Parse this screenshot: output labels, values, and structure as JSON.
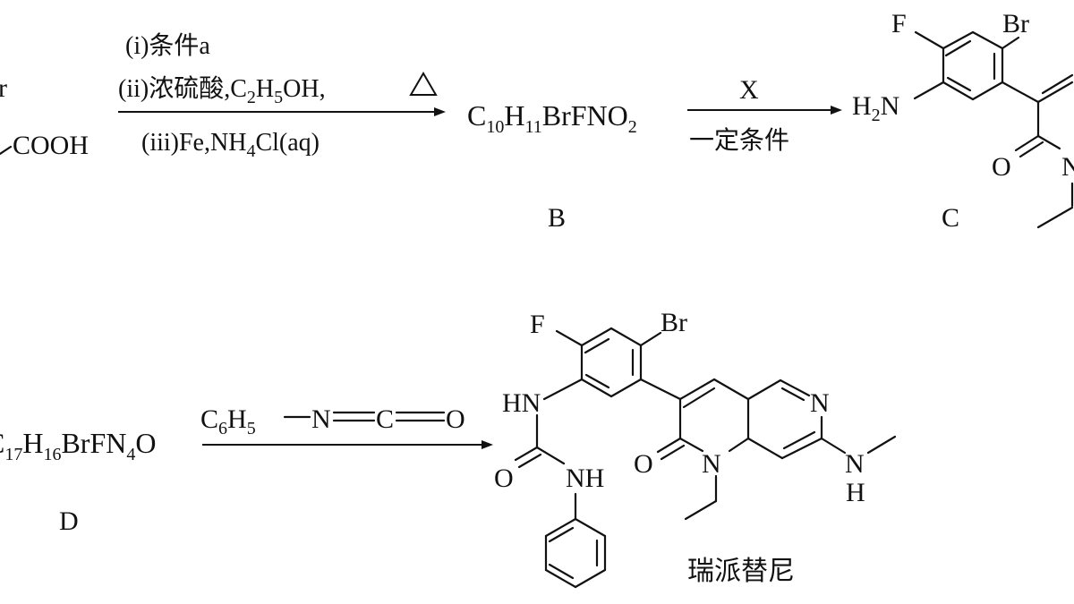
{
  "row1": {
    "sm_fragment_r": "r",
    "sm_fragment_cooh": "COOH",
    "step1_cond_i": "(i)条件a",
    "step1_cond_ii_prefix": "(ii)浓硫酸,C",
    "step1_cond_ii_sub1": "2",
    "step1_cond_ii_mid": "H",
    "step1_cond_ii_sub2": "5",
    "step1_cond_ii_suffix": "OH,",
    "step1_cond_iii_prefix": "(iii)Fe,NH",
    "step1_cond_iii_sub": "4",
    "step1_cond_iii_suffix": "Cl(aq)",
    "B_formula": {
      "c": "C",
      "c_n": "10",
      "h": "H",
      "h_n": "11",
      "mid": "BrFNO",
      "o_n": "2"
    },
    "B_label": "B",
    "step2_reagent": "X",
    "step2_condition": "一定条件",
    "C_label": "C",
    "C_atoms": {
      "F": "F",
      "Br": "Br",
      "H2N_H": "H",
      "H2N_2": "2",
      "H2N_N": "N",
      "O": "O",
      "N": "N"
    }
  },
  "row2": {
    "D_formula": {
      "c": "C",
      "c_n": "17",
      "h": "H",
      "h_n": "16",
      "mid": "BrFN",
      "n_n": "4",
      "o": "O"
    },
    "D_label": "D",
    "reagent": {
      "c6": "C",
      "c6_n": "6",
      "h5": "H",
      "h5_n": "5",
      "n": "N",
      "c": "C",
      "o": "O"
    },
    "product_name": "瑞派替尼",
    "product_atoms": {
      "F": "F",
      "Br": "Br",
      "HN": "HN",
      "O_urea": "O",
      "NH": "NH",
      "O_lactam": "O",
      "N_lactam": "N",
      "N_ring": "N",
      "N_amine": "N",
      "H_amine": "H"
    }
  }
}
